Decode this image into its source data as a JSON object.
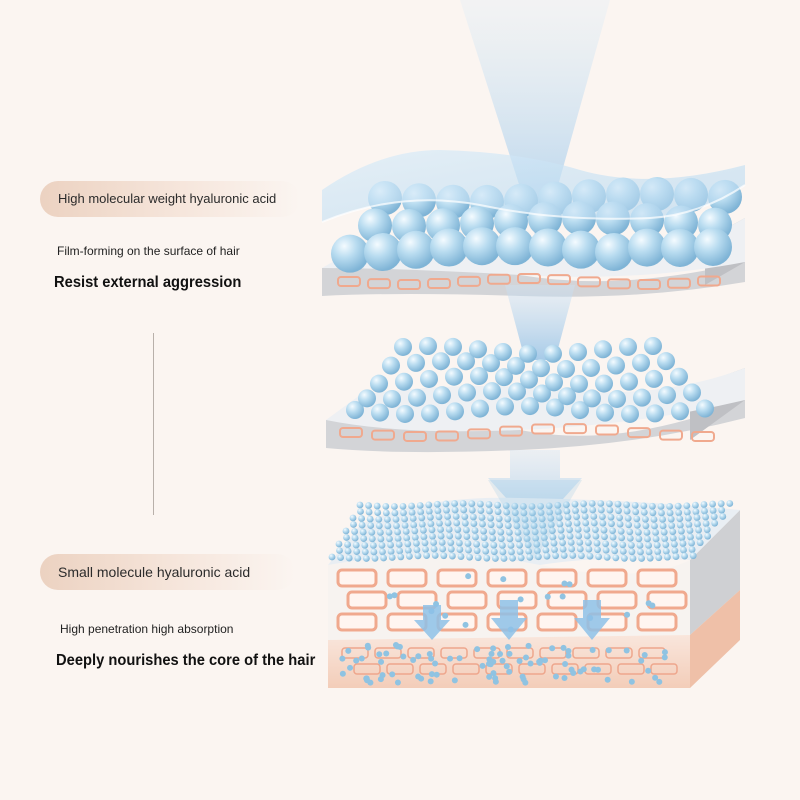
{
  "left_panel": {
    "top_section": {
      "badge": "High molecular weight hyaluronic acid",
      "subtitle": "Film-forming on the surface of hair",
      "headline": "Resist external aggression"
    },
    "bottom_section": {
      "badge": "Small molecule hyaluronic acid",
      "subtitle": "High penetration high absorption",
      "headline": "Deeply nourishes the core of the hair"
    }
  },
  "colors": {
    "background": "#fbf5f1",
    "badge": "#ecd2c1",
    "molecule": "#9ccbe6",
    "arrow": "#8ec1e8",
    "cell": "#f0a98e",
    "tissue": "#f6d6c6",
    "slab_side": "#cfd0d3"
  }
}
